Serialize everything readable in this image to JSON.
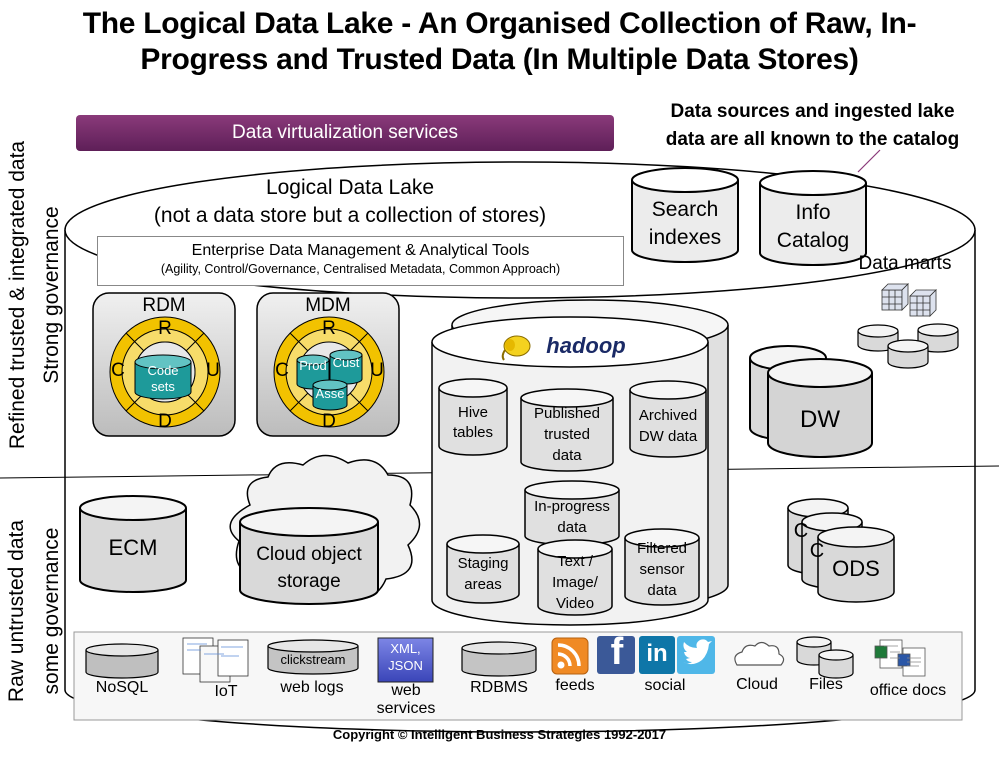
{
  "title_line1": "The Logical Data Lake - An Organised Collection of Raw, In-",
  "title_line2": "Progress and Trusted Data (In Multiple Data Stores)",
  "left_labels": {
    "refined": "Refined trusted & integrated data",
    "strong": "Strong governance",
    "raw": "Raw untrusted data",
    "some": "some governance"
  },
  "virtualization": "Data virtualization services",
  "callout_line1": "Data sources and ingested lake",
  "callout_line2": "data are all known to the catalog",
  "lake_title1": "Logical Data Lake",
  "lake_title2": "(not a data store but a collection of stores)",
  "edm_line1": "Enterprise Data Management & Analytical Tools",
  "edm_line2": "(Agility, Control/Governance, Centralised Metadata, Common Approach)",
  "stores": {
    "search1": "Search",
    "search2": "indexes",
    "catalog1": "Info",
    "catalog2": "Catalog",
    "data_marts": "Data marts",
    "dw": "DW",
    "ecm": "ECM",
    "cloud1": "Cloud object",
    "cloud2": "storage",
    "ods": "ODS",
    "ods_c1": "C",
    "ods_c2": "C"
  },
  "rdm": {
    "label": "RDM",
    "r": "R",
    "c": "C",
    "u": "U",
    "d": "D",
    "inner1": "Code",
    "inner2": "sets"
  },
  "mdm": {
    "label": "MDM",
    "r": "R",
    "c": "C",
    "u": "U",
    "d": "D",
    "prod": "Prod",
    "cust": "Cust",
    "asset": "Asse"
  },
  "hadoop": {
    "logo": "hadoop",
    "hive1": "Hive",
    "hive2": "tables",
    "pub1": "Published",
    "pub2": "trusted",
    "pub3": "data",
    "arch1": "Archived",
    "arch2": "DW data",
    "inprog1": "In-progress",
    "inprog2": "data",
    "staging1": "Staging",
    "staging2": "areas",
    "text1": "Text /",
    "text2": "Image/",
    "text3": "Video",
    "filt1": "Filtered",
    "filt2": "sensor",
    "filt3": "data"
  },
  "sources": {
    "nosql": "NoSQL",
    "iot": "IoT",
    "clickstream": "clickstream",
    "weblogs": "web logs",
    "xml": "XML,",
    "json": "JSON",
    "ws1": "web",
    "ws2": "services",
    "rdbms": "RDBMS",
    "feeds": "feeds",
    "social": "social",
    "cloud": "Cloud",
    "files": "Files",
    "office": "office docs",
    "fb": "f",
    "li": "in"
  },
  "copyright": "Copyright © Intelligent Business Strategies 1992-2017",
  "colors": {
    "purple": "#6b2663",
    "gold": "#f2c200",
    "teal": "#1e9a9a",
    "cylinder": "#d9d9d9",
    "xml": "#4a55c9"
  }
}
